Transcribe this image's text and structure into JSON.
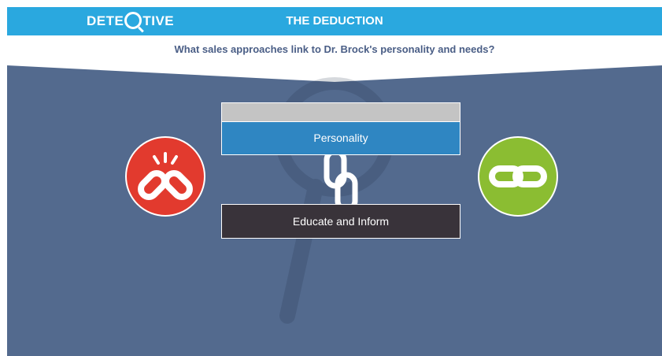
{
  "header": {
    "logo_left": "DETE",
    "logo_right": "TIVE",
    "title": "THE DEDUCTION"
  },
  "question": "What sales approaches link to Dr. Brock's personality and needs?",
  "cards": {
    "top": "Personality",
    "bottom": "Educate and Inform"
  },
  "icons": {
    "left": "broken-link-icon",
    "right": "link-icon",
    "middle": "chain-link-icon"
  },
  "colors": {
    "header": "#2aa8df",
    "background": "#536a8e",
    "personality": "#2f86c2",
    "educate": "#39333a",
    "red": "#e23a2e",
    "green": "#8bbd32"
  }
}
